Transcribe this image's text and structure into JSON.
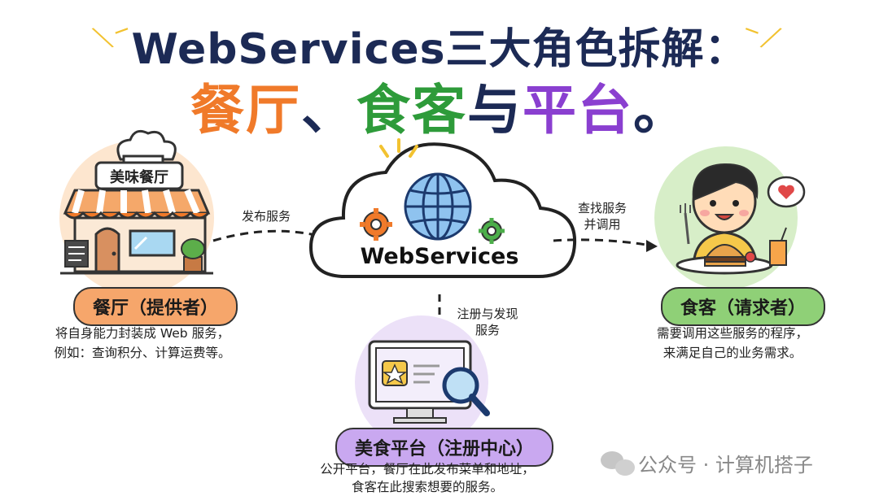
{
  "title": {
    "line1": "WebServices三大角色拆解：",
    "part1": "餐厅",
    "sep1": "、",
    "part2": "食客",
    "sep2": "与",
    "part3": "平台",
    "end": "。"
  },
  "restaurant": {
    "sign": "美味餐厅",
    "pill": "餐厅（提供者）",
    "desc_line1": "将自身能力封装成 Web 服务，",
    "desc_line2": "例如：查询积分、计算运费等。"
  },
  "cloud": {
    "label": "WebServices"
  },
  "diner": {
    "pill": "食客（请求者）",
    "desc_line1": "需要调用这些服务的程序，",
    "desc_line2": "来满足自己的业务需求。"
  },
  "platform": {
    "pill": "美食平台（注册中心）",
    "desc_line1": "公开平台，餐厅在此发布菜单和地址，",
    "desc_line2": "食客在此搜索想要的服务。"
  },
  "edges": {
    "publish": "发布服务",
    "find_line1": "查找服务",
    "find_line2": "并调用",
    "register_line1": "注册与发现",
    "register_line2": "服务"
  },
  "watermark": "公众号 · 计算机搭子",
  "colors": {
    "title_navy": "#1c2a55",
    "orange": "#f07a2a",
    "green": "#2e9b3a",
    "purple": "#8a3fd0",
    "pill_orange": "#f6a66b",
    "pill_green": "#8fd077",
    "pill_purple": "#c9a8f0"
  }
}
